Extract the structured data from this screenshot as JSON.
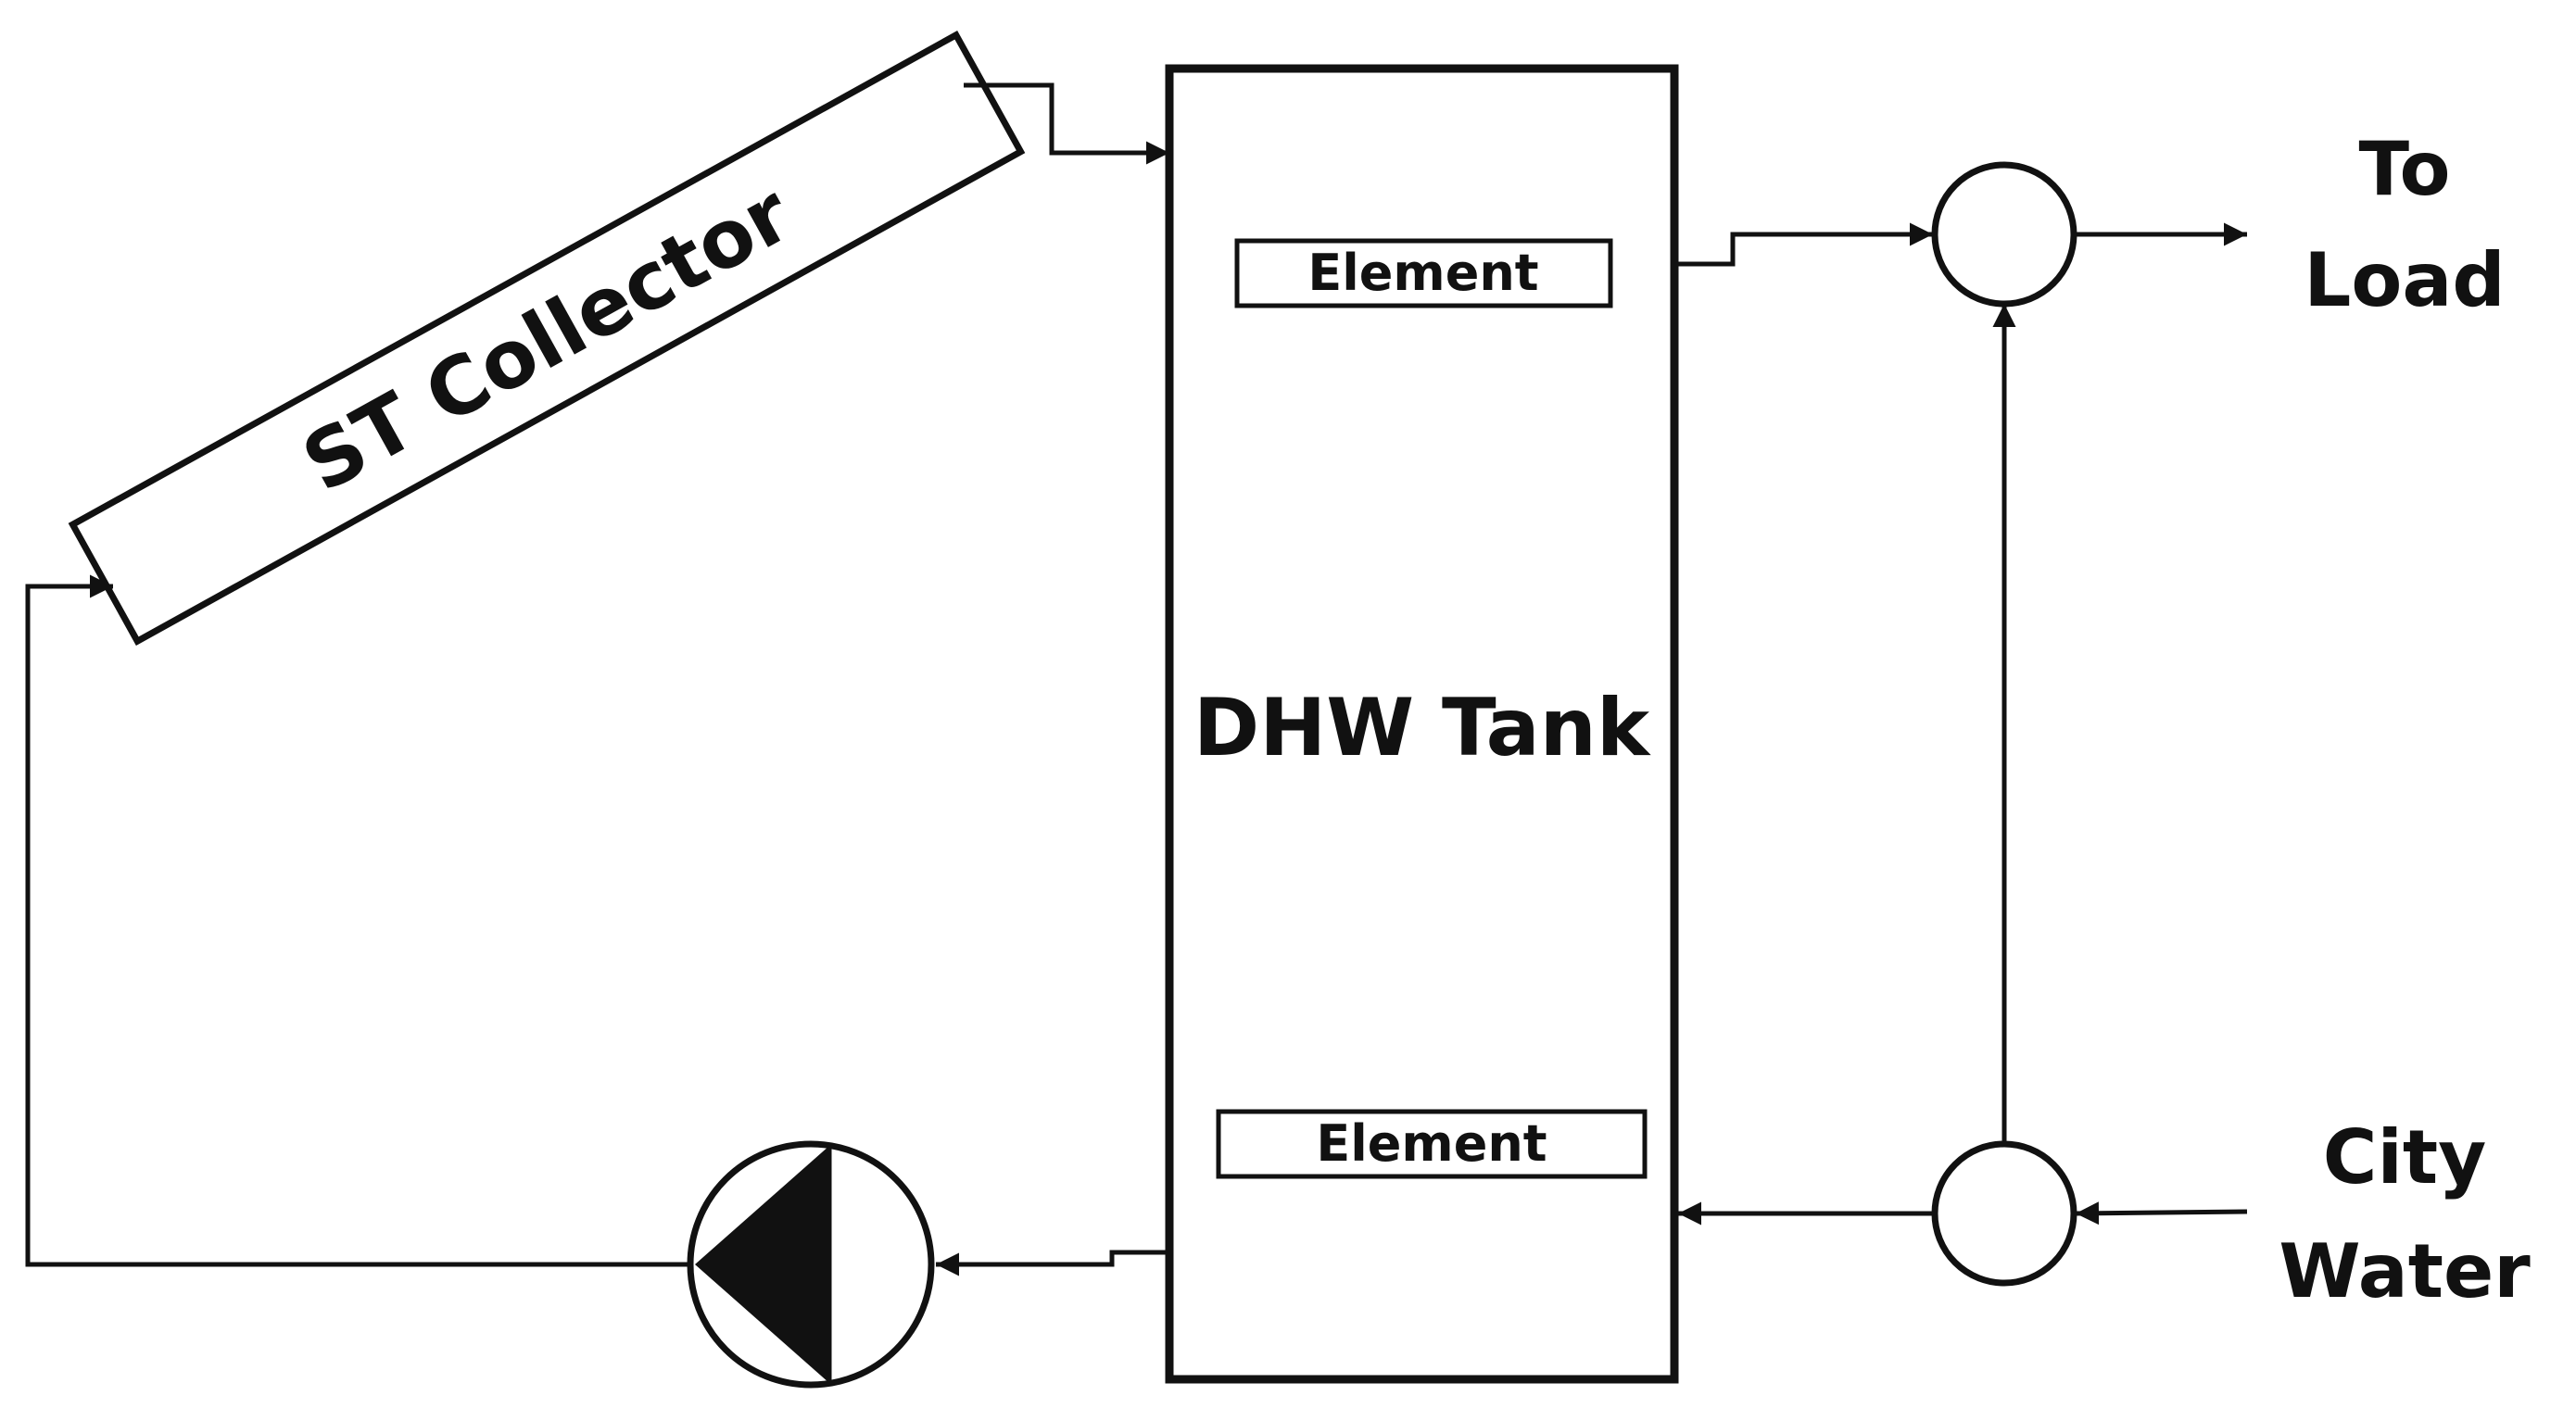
{
  "labels": {
    "collector": "ST Collector",
    "tank": "DHW Tank",
    "element_top": "Element",
    "element_bottom": "Element",
    "to_load_line1": "To",
    "to_load_line2": "Load",
    "city_line1": "City",
    "city_line2": "Water"
  },
  "icons": {
    "pump": "pump-icon",
    "valve_top": "mixing-valve-icon",
    "valve_bottom": "diverter-valve-icon"
  },
  "colors": {
    "stroke": "#111111",
    "background": "#ffffff"
  }
}
